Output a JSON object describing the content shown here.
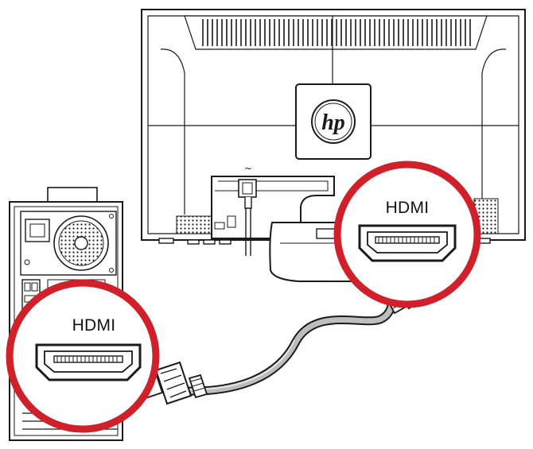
{
  "callouts": {
    "monitor_port_label": "HDMI",
    "computer_port_label": "HDMI"
  },
  "monitor": {
    "logo_text": "hp"
  },
  "colors": {
    "callout_ring": "#d0202a",
    "line_art": "#1a1a1a",
    "cable_fill": "#bdbdbd",
    "background": "#ffffff"
  },
  "icons": [
    "hp-logo-icon",
    "ac-power-symbol-icon",
    "hdmi-port-icon",
    "hdmi-plug-icon"
  ]
}
